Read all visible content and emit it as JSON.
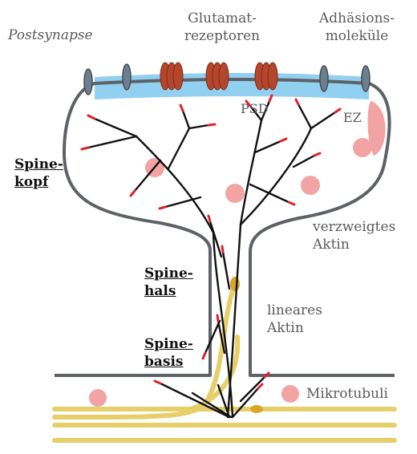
{
  "labels": {
    "postsynapse": "Postsynapse",
    "glutamate_receptors_line1": "Glutamat-",
    "glutamate_receptors_line2": "rezeptoren",
    "adhesion_line1": "Adhäsions-",
    "adhesion_line2": "moleküle",
    "psd": "PSD",
    "ez": "EZ",
    "spine_head_line1": "Spine-",
    "spine_head_line2": "kopf",
    "branched_actin_line1": "verzweigtes",
    "branched_actin_line2": "Aktin",
    "spine_neck_line1": "Spine-",
    "spine_neck_line2": "hals",
    "linear_actin_line1": "lineares",
    "linear_actin_line2": "Aktin",
    "spine_base_line1": "Spine-",
    "spine_base_line2": "basis",
    "microtubules": "Mikrotubuli"
  },
  "colors": {
    "membrane": "#5e6166",
    "psd_fill": "#7ec8ef",
    "receptor": "#b5462b",
    "adhesion": "#6b7f93",
    "vesicle": "#f2a3a3",
    "microtubule": "#e6cf68",
    "actin": "#111111",
    "actin_tip": "#e0222a"
  }
}
